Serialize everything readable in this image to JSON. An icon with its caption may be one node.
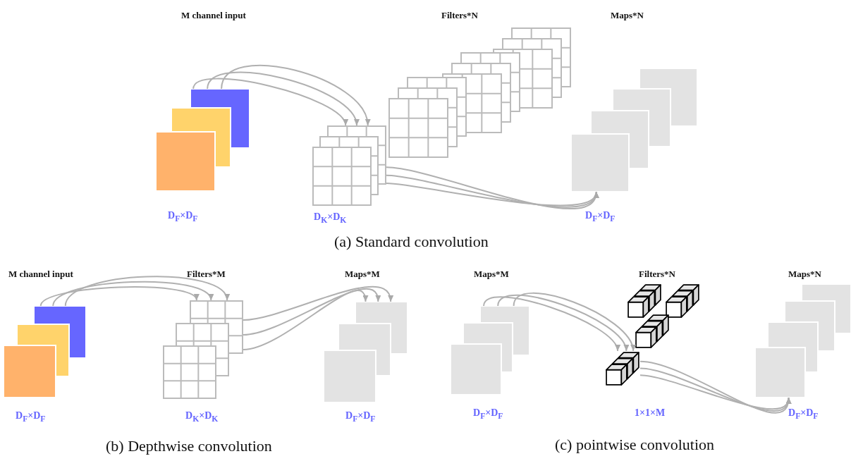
{
  "diagram": {
    "nodes": [
      {
        "text": [
          "M channel input",
          "D$_{F}$×D$_{F}$"
        ]
      },
      {
        "text": [
          "Filters*N",
          "D$_{K}$×D$_{K}$"
        ]
      },
      {
        "text": [],
        "shape": "grid",
        "in": 1
      },
      {
        "text": [],
        "shape": "grid",
        "in": 1
      },
      {
        "text": [
          "Maps*N",
          "D$_{F}$×D$_{F}$"
        ]
      },
      {
        "text": [
          "M channel input",
          "D$_{F}$×D$_{F}$"
        ]
      },
      {
        "text": [
          "Filters*M",
          "D$_{K}$×D$_{K}$"
        ]
      },
      {
        "text": [
          "Maps*M",
          "D$_{F}$×D$_{F}$"
        ]
      },
      {
        "text": [
          "Maps*M",
          "D$_{F}$×D$_{F}$"
        ]
      },
      {
        "text": [
          "Filters*N",
          "1×1×M"
        ]
      },
      {
        "text": [],
        "shape": "cube",
        "in": 9
      },
      {
        "text": [],
        "shape": "cube",
        "in": 9
      },
      {
        "text": [],
        "shape": "cube",
        "in": 9
      },
      {
        "text": [],
        "shape": "cube",
        "in": 9
      },
      {
        "text": [
          "Maps*N",
          "D$_{F}$×D$_{F}$"
        ]
      }
    ],
    "edges": [
      {
        "from": 0,
        "to": 2,
        "arrow": "to"
      },
      {
        "from": 0,
        "to": 2,
        "arrow": "to"
      },
      {
        "from": 0,
        "to": 2,
        "arrow": "to"
      },
      {
        "from": 2,
        "to": 4,
        "arrow": "to"
      },
      {
        "from": 2,
        "to": 4,
        "arrow": "to"
      },
      {
        "from": 2,
        "to": 4,
        "arrow": "to"
      },
      {
        "from": 5,
        "to": 6,
        "arrow": "to"
      },
      {
        "from": 5,
        "to": 6,
        "arrow": "to"
      },
      {
        "from": 5,
        "to": 6,
        "arrow": "to"
      },
      {
        "from": 6,
        "to": 7,
        "arrow": "to"
      },
      {
        "from": 6,
        "to": 7,
        "arrow": "to"
      },
      {
        "from": 6,
        "to": 7,
        "arrow": "to"
      },
      {
        "from": 8,
        "to": 13,
        "arrow": "to"
      },
      {
        "from": 8,
        "to": 13,
        "arrow": "to"
      },
      {
        "from": 8,
        "to": 13,
        "arrow": "to"
      },
      {
        "from": 13,
        "to": 14,
        "arrow": "to"
      },
      {
        "from": 13,
        "to": 14,
        "arrow": "to"
      },
      {
        "from": 13,
        "to": 14,
        "arrow": "to"
      }
    ],
    "labels": [
      "(a) Standard convolution",
      "(b) Depthwise convolution",
      "(c) pointwise convolution"
    ]
  }
}
